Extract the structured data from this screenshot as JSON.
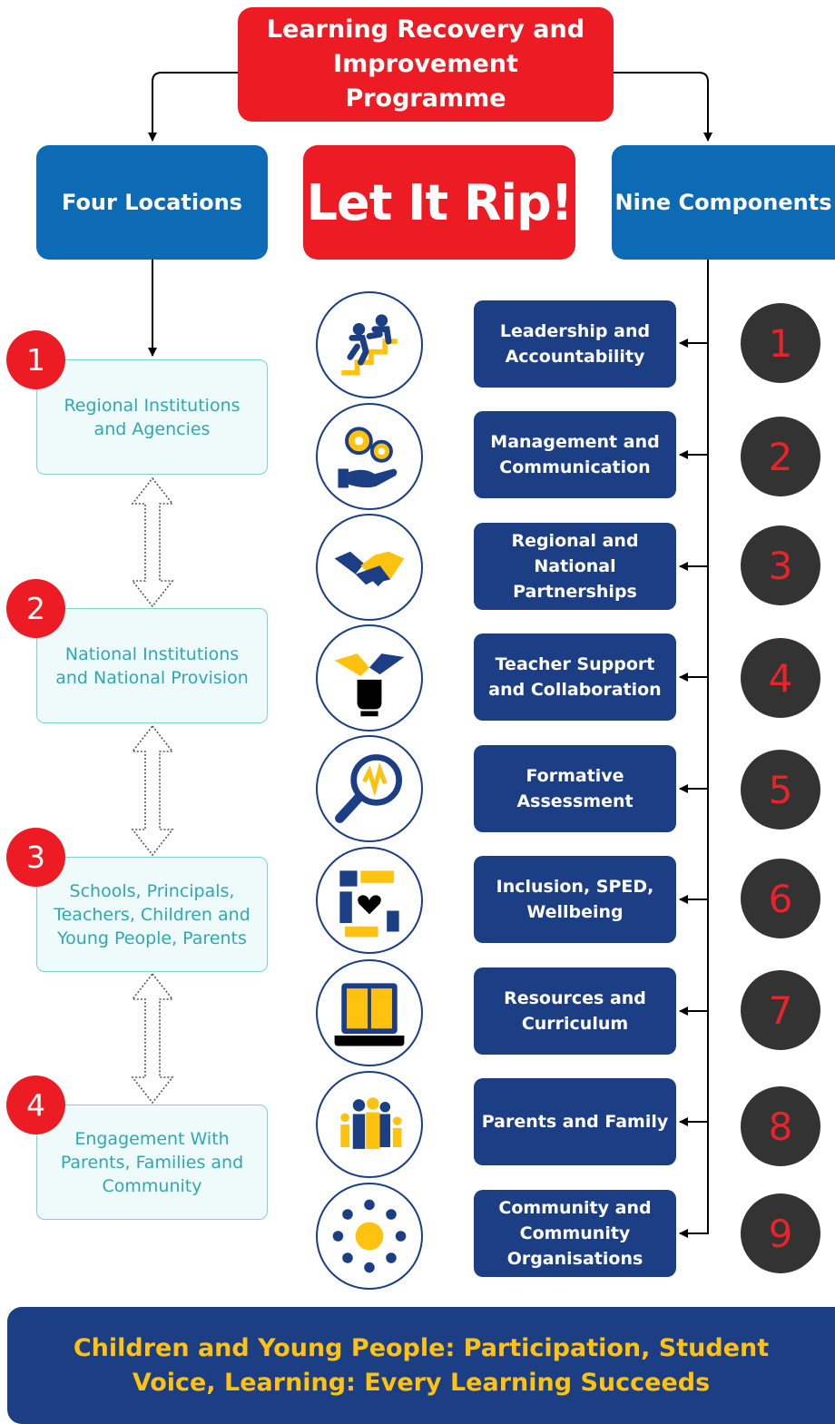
{
  "title": "Learning Recovery and Improvement Programme",
  "left_header": "Four Locations",
  "center_header": "Let It Rip!",
  "right_header": "Nine Components",
  "locations": [
    {
      "number": "1",
      "label": "Regional Institutions and Agencies"
    },
    {
      "number": "2",
      "label": "National Institutions and National Provision"
    },
    {
      "number": "3",
      "label": "Schools, Principals, Teachers, Children and Young People, Parents"
    },
    {
      "number": "4",
      "label": "Engagement With Parents, Families and Community"
    }
  ],
  "components": [
    {
      "number": "1",
      "label": "Leadership and Accountability",
      "icon": "stairs-people-icon"
    },
    {
      "number": "2",
      "label": "Management and Communication",
      "icon": "gears-hand-icon"
    },
    {
      "number": "3",
      "label": "Regional and National Partnerships",
      "icon": "handshake-icon"
    },
    {
      "number": "4",
      "label": "Teacher Support and Collaboration",
      "icon": "joined-hands-icon"
    },
    {
      "number": "5",
      "label": "Formative Assessment",
      "icon": "magnifier-icon"
    },
    {
      "number": "6",
      "label": "Inclusion, SPED, Wellbeing",
      "icon": "hands-heart-icon"
    },
    {
      "number": "7",
      "label": "Resources and Curriculum",
      "icon": "tablet-book-icon"
    },
    {
      "number": "8",
      "label": "Parents and Family",
      "icon": "family-icon"
    },
    {
      "number": "9",
      "label": "Community and Community Organisations",
      "icon": "community-circle-icon"
    }
  ],
  "footer": "Children and Young People: Participation, Student Voice, Learning: Every Learning Succeeds",
  "colors": {
    "red": "#ed1c24",
    "blue_header": "#0d6bb5",
    "navy": "#1b3e85",
    "teal_text": "#2fa7b5",
    "yellow": "#ffc20e",
    "dark_circle": "#333333"
  }
}
